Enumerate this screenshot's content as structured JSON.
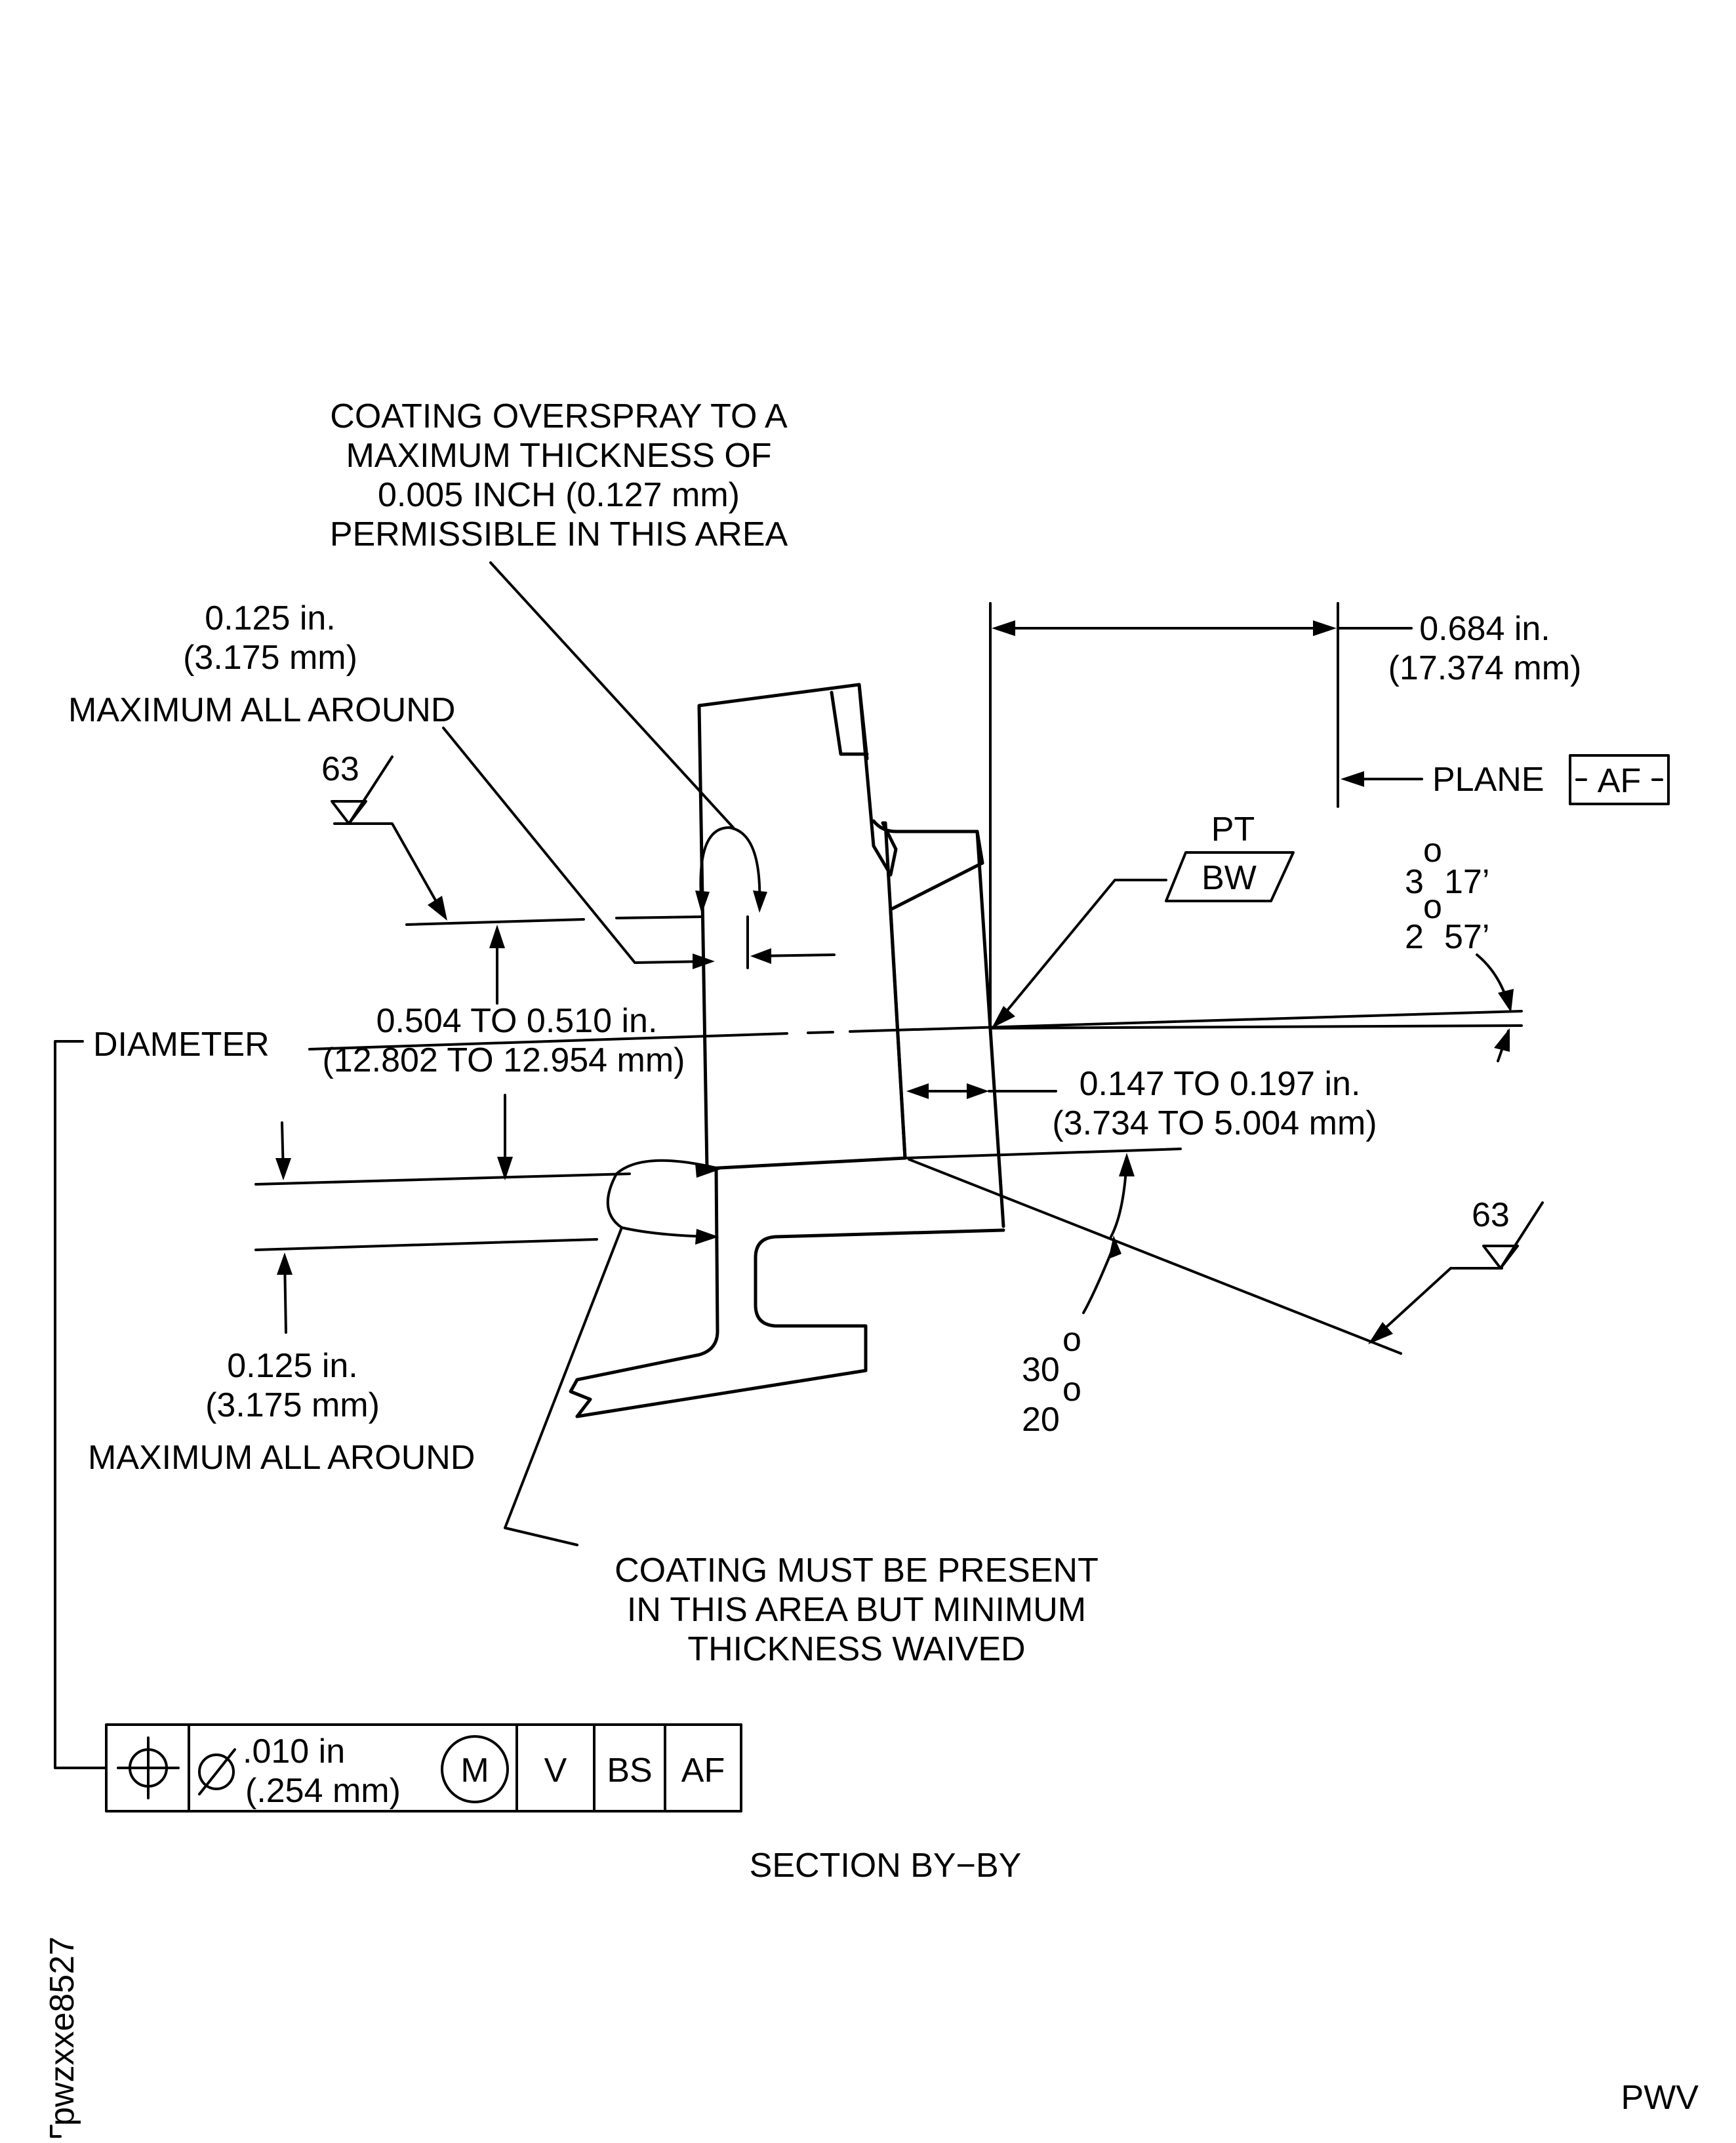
{
  "notes": {
    "overspray": [
      "COATING OVERSPRAY TO A",
      "MAXIMUM THICKNESS OF",
      "0.005 INCH (0.127 mm)",
      "PERMISSIBLE IN THIS AREA"
    ],
    "coating_present": [
      "COATING MUST BE PRESENT",
      "IN THIS AREA BUT MINIMUM",
      "THICKNESS WAIVED"
    ]
  },
  "dims": {
    "top_max": [
      "0.125 in.",
      "(3.175 mm)",
      "MAXIMUM ALL AROUND"
    ],
    "bottom_max": [
      "0.125 in.",
      "(3.175 mm)",
      "MAXIMUM ALL AROUND"
    ],
    "diameter": [
      "0.504 TO 0.510 in.",
      "(12.802 TO 12.954 mm)"
    ],
    "plane_dist": [
      "0.684 in.",
      "(17.374 mm)"
    ],
    "land_width": [
      "0.147 TO 0.197 in.",
      "(3.734 TO 5.004 mm)"
    ]
  },
  "angles": {
    "upper": {
      "deg1": "3",
      "min1": "17’",
      "deg2": "2",
      "min2": "57’",
      "degree_mark": "o"
    },
    "lower": {
      "val1": "30",
      "val2": "20",
      "degree_mark": "o"
    }
  },
  "labels": {
    "diameter": "DIAMETER",
    "plane": "PLANE",
    "plane_datum": "AF",
    "weld_top": "PT",
    "weld_box": "BW",
    "section": "SECTION BY−BY",
    "drawing_id": "pwzxxe8527",
    "footer": "PWV"
  },
  "finish": {
    "left": "63",
    "right": "63"
  },
  "control_frame": {
    "symbol": "position-icon",
    "tolerance_line1": ".010 in",
    "tolerance_line2": "(.254 mm)",
    "modifier": "M",
    "datums": [
      "V",
      "BS",
      "AF"
    ]
  }
}
